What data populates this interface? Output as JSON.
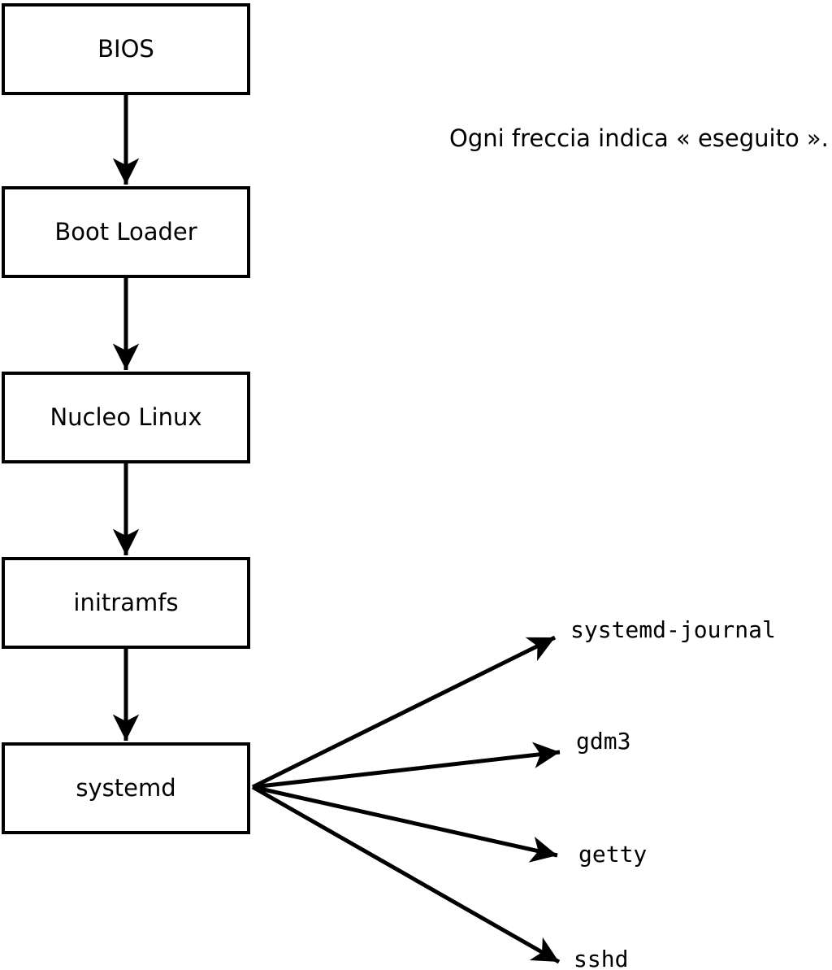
{
  "diagram": {
    "caption": "Ogni freccia indica « eseguito ».",
    "boxes": [
      {
        "id": "bios",
        "label": "BIOS"
      },
      {
        "id": "boot-loader",
        "label": "Boot Loader"
      },
      {
        "id": "kernel",
        "label": "Nucleo Linux"
      },
      {
        "id": "initramfs",
        "label": "initramfs"
      },
      {
        "id": "systemd",
        "label": "systemd"
      }
    ],
    "services": [
      {
        "id": "systemd-journal",
        "label": "systemd-journal"
      },
      {
        "id": "gdm3",
        "label": "gdm3"
      },
      {
        "id": "getty",
        "label": "getty"
      },
      {
        "id": "sshd",
        "label": "sshd"
      }
    ],
    "colors": {
      "stroke": "#000000",
      "background": "#ffffff"
    }
  }
}
